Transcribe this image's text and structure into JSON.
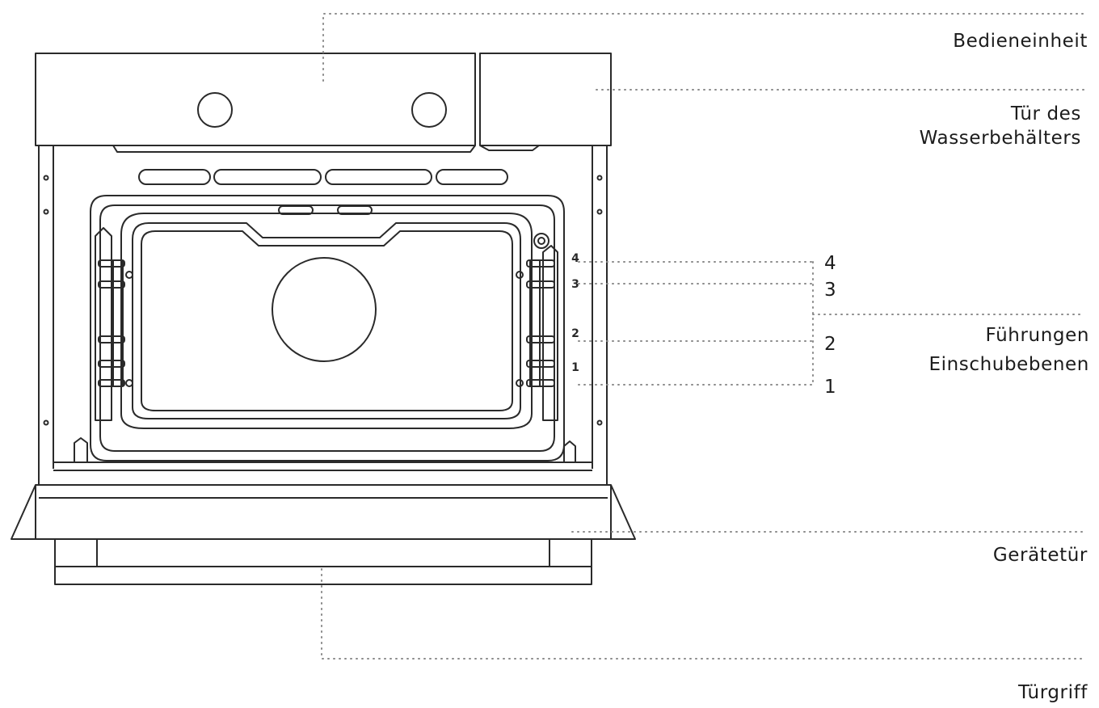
{
  "labels": {
    "control_unit": "Bedieneinheit",
    "water_tank_door_line1": "Tür des",
    "water_tank_door_line2": "Wasserbehälters",
    "rails_line1": "Führungen",
    "rails_line2": "Einschubebenen",
    "appliance_door": "Gerätetür",
    "door_handle": "Türgriff"
  },
  "shelf_levels": {
    "level_4": "4",
    "level_3": "3",
    "level_2": "2",
    "level_1": "1"
  },
  "colors": {
    "line": "#2a2a2a",
    "leader": "#8a8a8a",
    "text": "#1c1c1c"
  }
}
